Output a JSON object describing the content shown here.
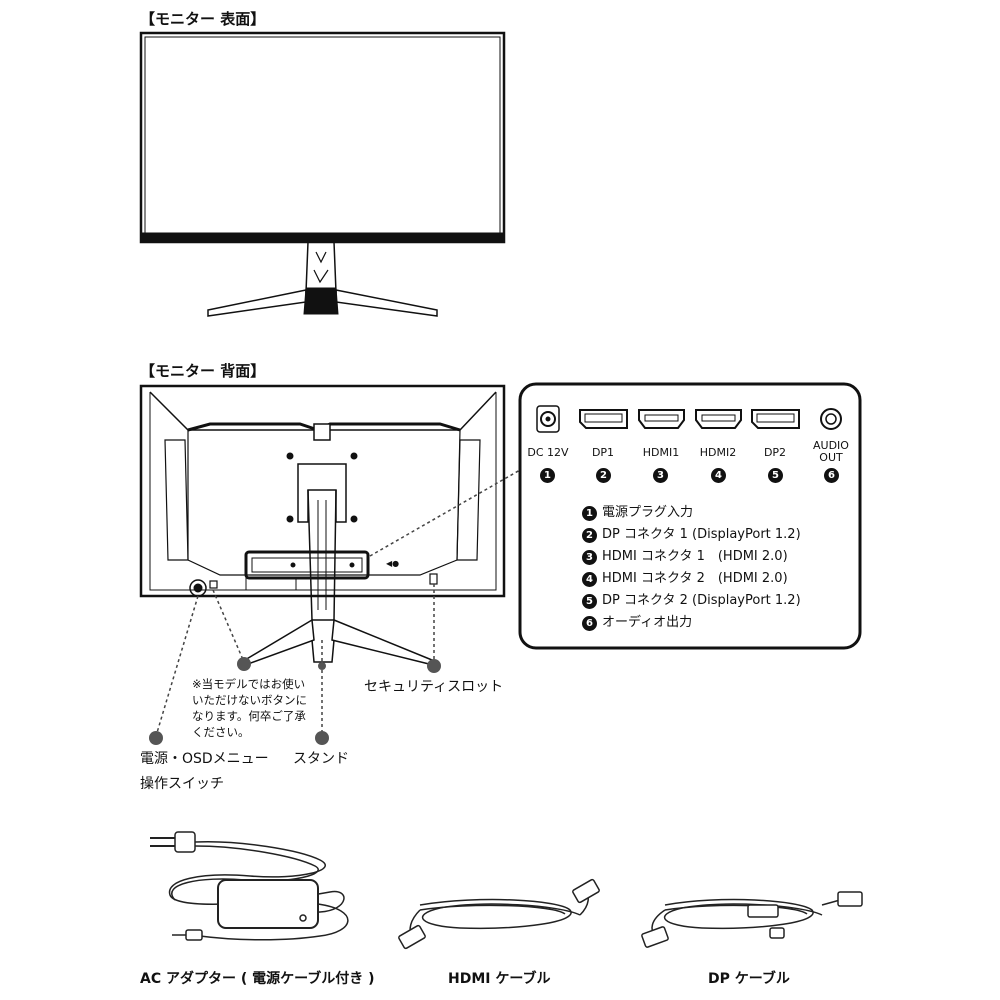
{
  "front": {
    "title": "【モニター 表面】"
  },
  "back": {
    "title": "【モニター 背面】"
  },
  "ports": [
    {
      "label": "DC 12V",
      "num": "1"
    },
    {
      "label": "DP1",
      "num": "2"
    },
    {
      "label": "HDMI1",
      "num": "3"
    },
    {
      "label": "HDMI2",
      "num": "4"
    },
    {
      "label": "DP2",
      "num": "5"
    },
    {
      "label": "AUDIO OUT",
      "num": "6"
    }
  ],
  "legend": [
    {
      "num": "1",
      "text": "電源プラグ入力"
    },
    {
      "num": "2",
      "text": "DP コネクタ 1 (DisplayPort 1.2)"
    },
    {
      "num": "3",
      "text": "HDMI コネクタ 1　(HDMI 2.0)"
    },
    {
      "num": "4",
      "text": "HDMI コネクタ 2　(HDMI 2.0)"
    },
    {
      "num": "5",
      "text": "DP コネクタ 2 (DisplayPort 1.2)"
    },
    {
      "num": "6",
      "text": "オーディオ出力"
    }
  ],
  "callouts": {
    "power_osd_line1": "電源・OSDメニュー",
    "power_osd_line2": "操作スイッチ",
    "stand": "スタンド",
    "security_slot": "セキュリティスロット",
    "note_line1": "※当モデルではお使い",
    "note_line2": "いただけないボタンに",
    "note_line3": "なります。何卒ご了承",
    "note_line4": "ください。"
  },
  "accessories": {
    "ac_adapter": "AC アダプター ( 電源ケーブル付き )",
    "hdmi_cable": "HDMI ケーブル",
    "dp_cable": "DP ケーブル"
  }
}
